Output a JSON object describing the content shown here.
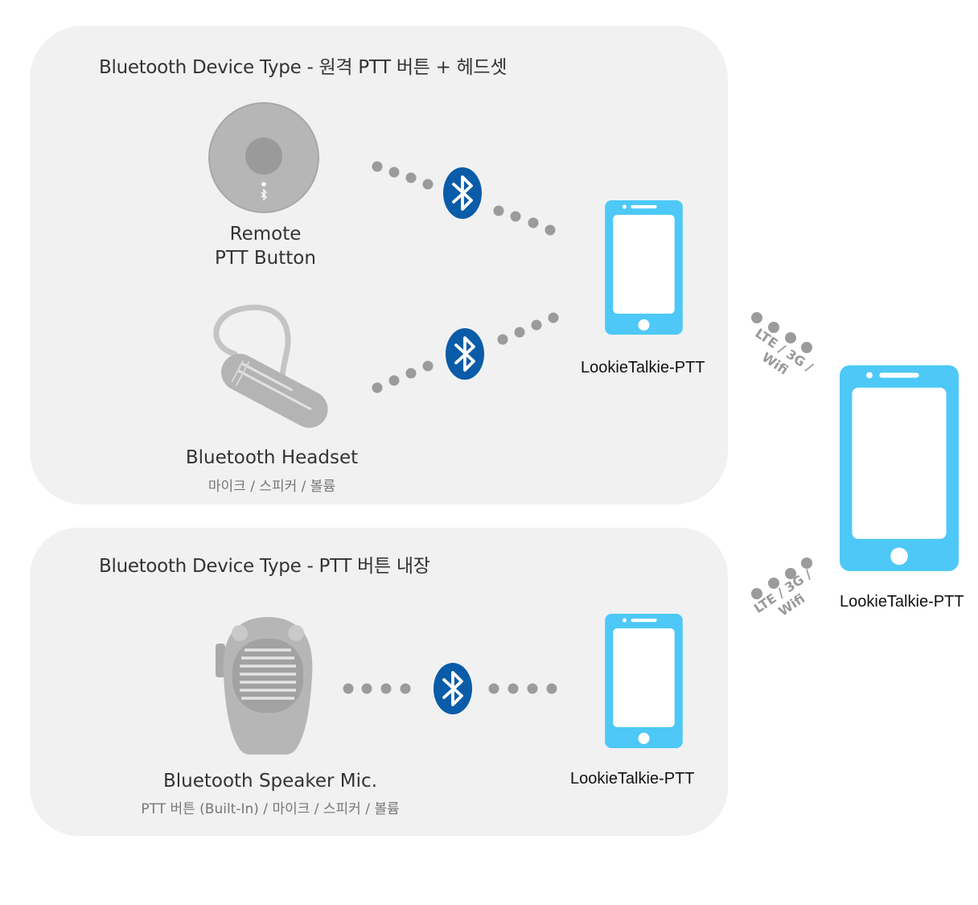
{
  "panels": {
    "top": {
      "title": "Bluetooth Device Type - 원격 PTT 버튼 + 헤드셋"
    },
    "bottom": {
      "title": "Bluetooth Device Type - PTT 버튼 내장"
    }
  },
  "devices": {
    "remote_ptt": {
      "line1": "Remote",
      "line2": "PTT Button"
    },
    "headset": {
      "label": "Bluetooth Headset",
      "sublabel": "마이크 / 스피커 / 볼륨"
    },
    "speaker_mic": {
      "label": "Bluetooth Speaker Mic.",
      "sublabel": "PTT 버튼 (Built-In) / 마이크 / 스피커 / 볼륨"
    }
  },
  "phones": {
    "top": {
      "label": "LookieTalkie-PTT"
    },
    "bottom": {
      "label": "LookieTalkie-PTT"
    },
    "server": {
      "label": "LookieTalkie-PTT"
    }
  },
  "network": {
    "upper": {
      "line1": "LTE / 3G /",
      "line2": "Wifi"
    },
    "lower": {
      "line1": "LTE / 3G /",
      "line2": "Wifi"
    }
  },
  "colors": {
    "phone": "#4dc8f7",
    "bluetooth": "#0a5ca8",
    "dots": "#9b9b9b",
    "panel": "#f1f1f1",
    "device": "#b4b4b4"
  },
  "icons": {
    "bluetooth": "bluetooth-icon",
    "phone": "smartphone-icon"
  }
}
